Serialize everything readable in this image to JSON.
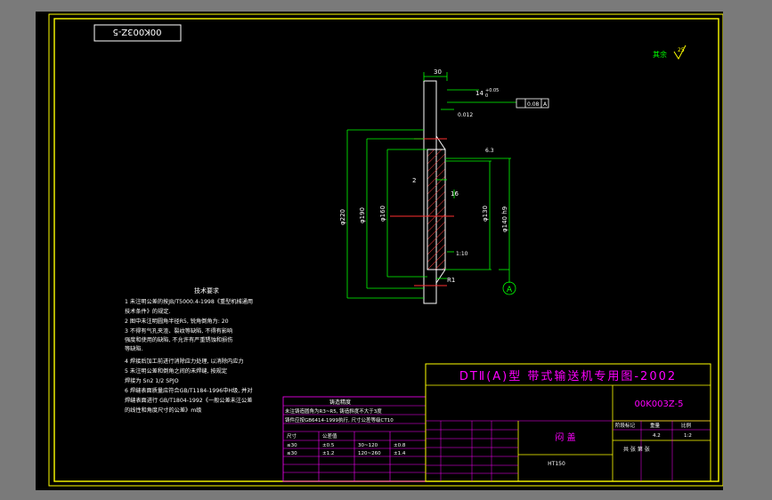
{
  "drawing": {
    "code_mirror": "00K003Z-5",
    "surface_roughness_note": "其余",
    "roughness_symbol_value": "25",
    "dims": {
      "width_top": "30",
      "offset_top_a": "14",
      "offset_top_b": "0.012",
      "tol_top_upper": "+0.05",
      "tol_top_lower": "0",
      "position_tol": "0.08",
      "position_datum": "A",
      "roughness_mid": "6.3",
      "dia_220": "φ220",
      "dia_190": "φ190",
      "dia_160": "φ160",
      "dia_130": "φ130",
      "dia_140": "φ140",
      "dia_140_tol": "φ140 h9",
      "depth_2": "2",
      "depth_16": "16",
      "ratio": "1:10",
      "radius": "R1",
      "datum_a": "A"
    },
    "tech_requirements": {
      "title": "技术要求",
      "lines": [
        "1  未注明公差的按JB/T5000.4-1998《重型机械通用",
        "   技术条件》的规定.",
        "2  图中未注明圆角半径R5, 锐角倒角为: 20",
        "3  不得有气孔夹渣、裂纹等缺陷, 不得有影响",
        "   强度和使用的缺陷, 不允许有严重锈蚀和损伤",
        "   等缺陷.",
        "4  焊接后加工前进行消除应力处理, 以消除内应力",
        "5  未注明公差和倒角之间的未焊缝, 按规定",
        "   焊接为 Sn2 1/2 SPJO",
        "6  焊缝表面质量应符合GB/T1184-1996中H级, 并对",
        "   焊缝表面进行 GB/T1804-1992《一般公差未注公差",
        "   的线性和角度尺寸的公差》m级"
      ]
    },
    "table": {
      "title": "铸造精度",
      "rows": [
        "未注铸造圆角为R3~R5, 铸造斜度不大于3度",
        "铸件应按GB6414-1999执行, 尺寸公差等级CT10",
        "尺寸",
        "公差值"
      ],
      "cells": [
        [
          "≤30",
          "±0.5",
          "30~120",
          "±0.8"
        ],
        [
          "≤30",
          "±1.2",
          "120~260",
          "±1.4"
        ],
        [
          "",
          "",
          "",
          ""
        ],
        [
          "",
          "",
          "",
          ""
        ]
      ]
    },
    "title_block": {
      "series": "DTⅡ(A)型  带式输送机专用图-2002",
      "code": "00K003Z-5",
      "part_name": "闷  盖",
      "material": "HT150",
      "scale_label": "比例",
      "scale": "1:2",
      "weight_label": "重量",
      "weight": "4.2",
      "stage_label": "阶段标记",
      "sheet_label": "共  张  第  张"
    }
  }
}
